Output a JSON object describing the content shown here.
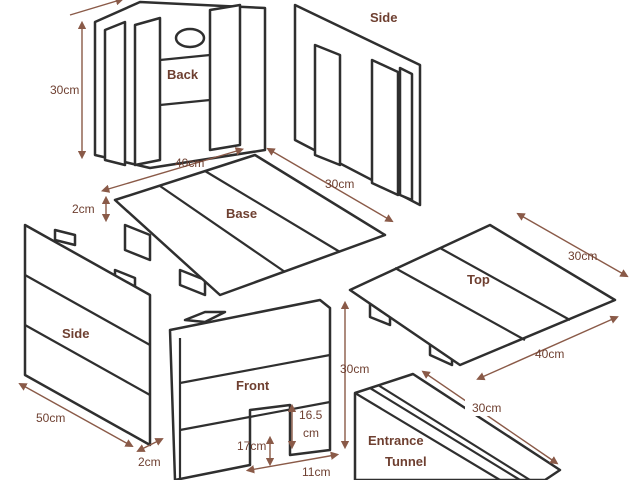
{
  "parts": {
    "back": "Back",
    "side_top": "Side",
    "base": "Base",
    "side_left": "Side",
    "top": "Top",
    "front": "Front",
    "tunnel_line1": "Entrance",
    "tunnel_line2": "Tunnel"
  },
  "dimensions": {
    "back_height": "30cm",
    "base_width": "40cm",
    "base_depth": "30cm",
    "base_feet": "2cm",
    "top_depth": "30cm",
    "top_width": "40cm",
    "side_width": "50cm",
    "side_thickness": "2cm",
    "front_height": "30cm",
    "door_height_1": "16.5",
    "door_height_2": "cm",
    "door_offset": "17cm",
    "door_width": "11cm",
    "tunnel_length": "30cm"
  },
  "colors": {
    "label": "#6e3f30",
    "outline": "#2f2f2f"
  }
}
